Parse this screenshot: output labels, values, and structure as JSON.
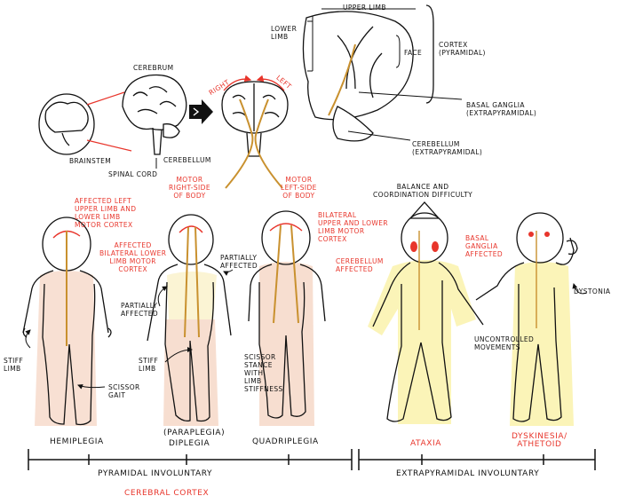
{
  "brain_top": {
    "cerebrum": "CEREBRUM",
    "brainstem": "BRAINSTEM",
    "spinal_cord": "SPINAL CORD",
    "cerebellum": "CEREBELLUM",
    "right": "RIGHT",
    "left": "LEFT",
    "motor_right": "MOTOR\nRIGHT-SIDE\nOF BODY",
    "motor_left": "MOTOR\nLEFT-SIDE\nOF BODY",
    "upper_limb": "UPPER LIMB",
    "lower_limb": "LOWER\nLIMB",
    "face": "FACE",
    "cortex": "CORTEX\n(PYRAMIDAL)",
    "basal_ganglia": "BASAL GANGLIA\n(EXTRAPYRAMIDAL)",
    "cerebellum_extra": "CEREBELLUM\n(EXTRAPYRAMIDAL)"
  },
  "figures": {
    "hemi_affected": "AFFECTED LEFT\nUPPER LIMB AND\nLOWER LIMB\nMOTOR CORTEX",
    "stiff_limb": "STIFF\nLIMB",
    "scissor_gait": "SCISSOR\nGAIT",
    "hemiplegia": "HEMIPLEGIA",
    "di_affected": "AFFECTED\nBILATERAL LOWER\nLIMB MOTOR\nCORTEX",
    "partially_affected_r": "PARTIALLY\nAFFECTED",
    "partially_affected_l": "PARTIALLY\nAFFECTED",
    "stiff_limb_2": "STIFF\nLIMB",
    "paraplegia": "(PARAPLEGIA)",
    "diplegia": "DIPLEGIA",
    "quad_affected": "BILATERAL\nUPPER AND LOWER\nLIMB MOTOR\nCORTEX",
    "scissor_stance": "SCISSOR\nSTANCE\nWITH\nLIMB\nSTIFFNESS",
    "quadriplegia": "QUADRIPLEGIA",
    "balance": "BALANCE AND\nCOORDINATION DIFFICULTY",
    "cerebellum_affected": "CEREBELLUM\nAFFECTED",
    "ataxia": "ATAXIA",
    "basal_affected": "BASAL\nGANGLIA\nAFFECTED",
    "dystonia": "DYSTONIA",
    "uncontrolled": "UNCONTROLLED\nMOVEMENTS",
    "dyskinesia": "DYSKINESIA/\nATHETOID"
  },
  "footer": {
    "pyramidal": "PYRAMIDAL INVOLUNTARY",
    "extrapyramidal": "EXTRAPYRAMIDAL INVOLUNTARY",
    "cerebral_cortex": "CEREBRAL CORTEX"
  }
}
